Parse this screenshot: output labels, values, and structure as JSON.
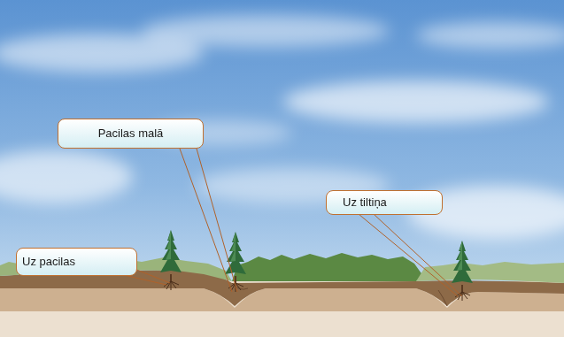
{
  "diagram": {
    "nodes": [
      {
        "text": [
          "Pacilas malā"
        ]
      },
      {
        "text": [
          "Uz tiltiņa"
        ]
      },
      {
        "text": [
          "Uz pacilas"
        ]
      }
    ]
  }
}
